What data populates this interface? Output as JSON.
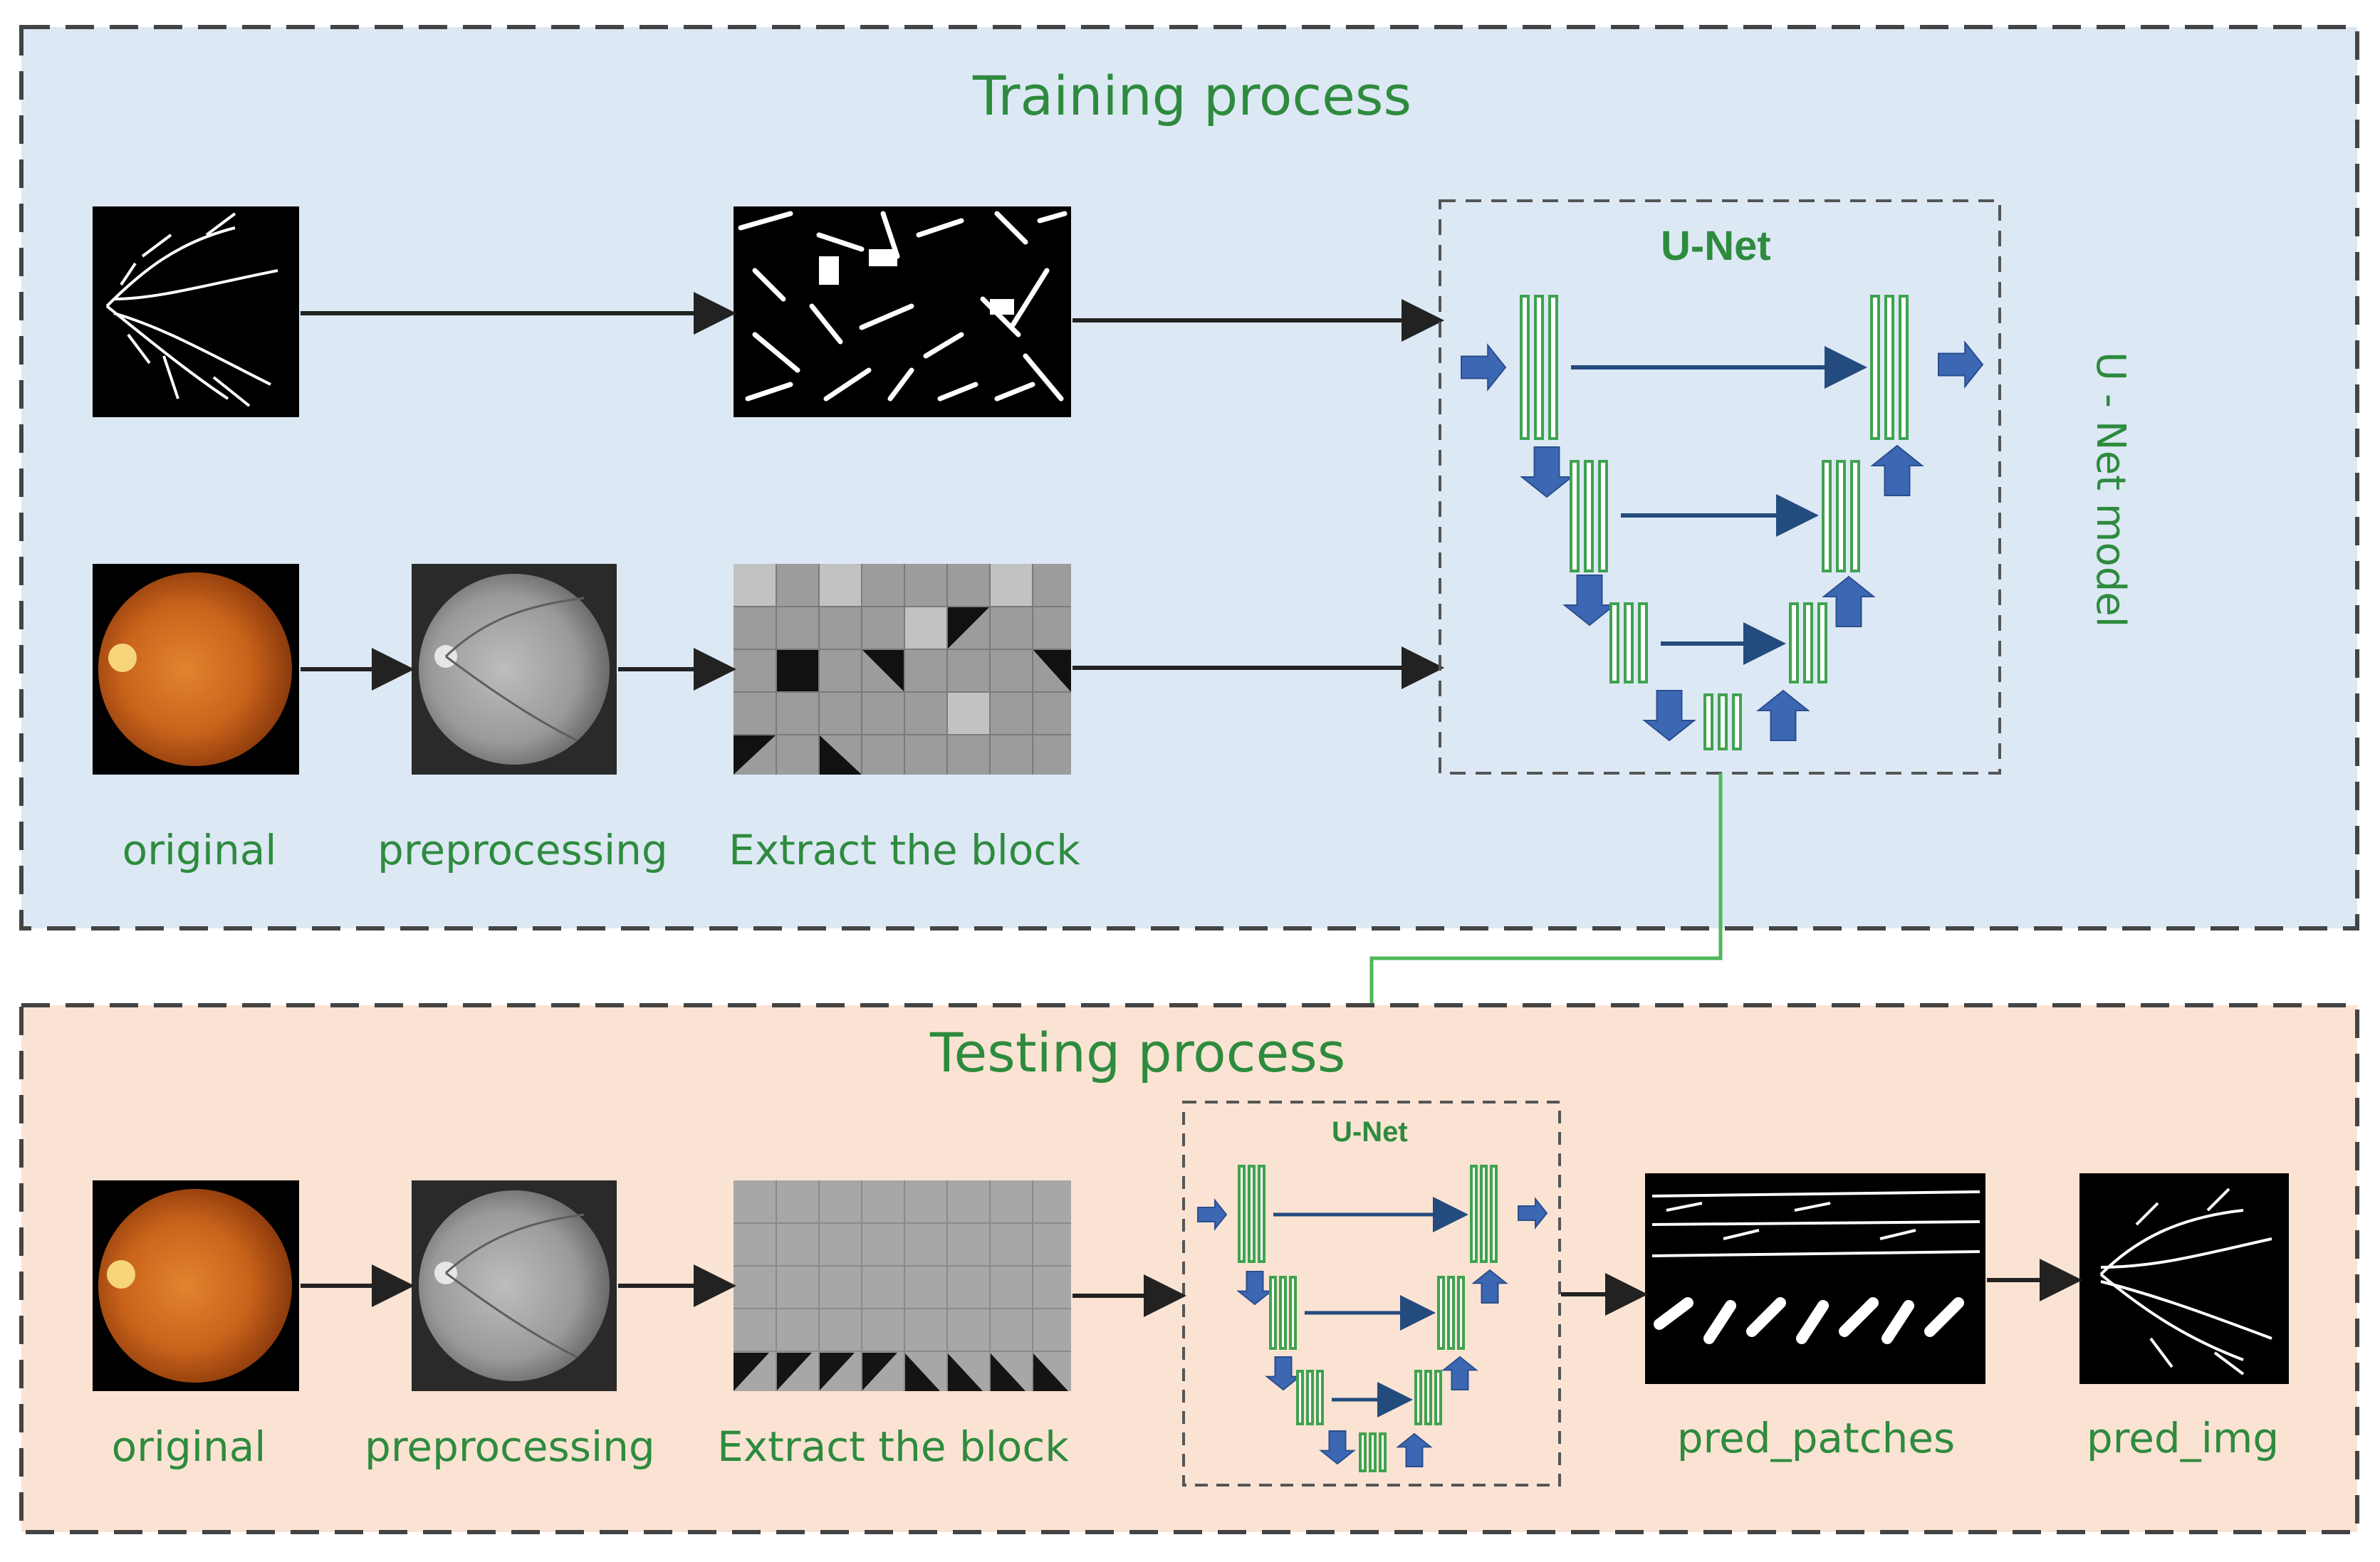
{
  "training": {
    "title": "Training process",
    "captions": [
      "original",
      "preprocessing",
      "Extract the block"
    ],
    "unet_title": "U-Net",
    "model_label": "U - Net model"
  },
  "testing": {
    "title": "Testing process",
    "captions": [
      "original",
      "preprocessing",
      "Extract the block",
      "pred_patches",
      "pred_img"
    ],
    "unet_title": "U-Net"
  },
  "colors": {
    "training_bg": "#dde8f5",
    "testing_bg": "#fbe3d3",
    "label_green": "#2e8b3e",
    "block_green": "#3ea34f",
    "arrow_blue": "#3c67b3",
    "link_green": "#4cb858",
    "arrow_dark": "#222222"
  }
}
